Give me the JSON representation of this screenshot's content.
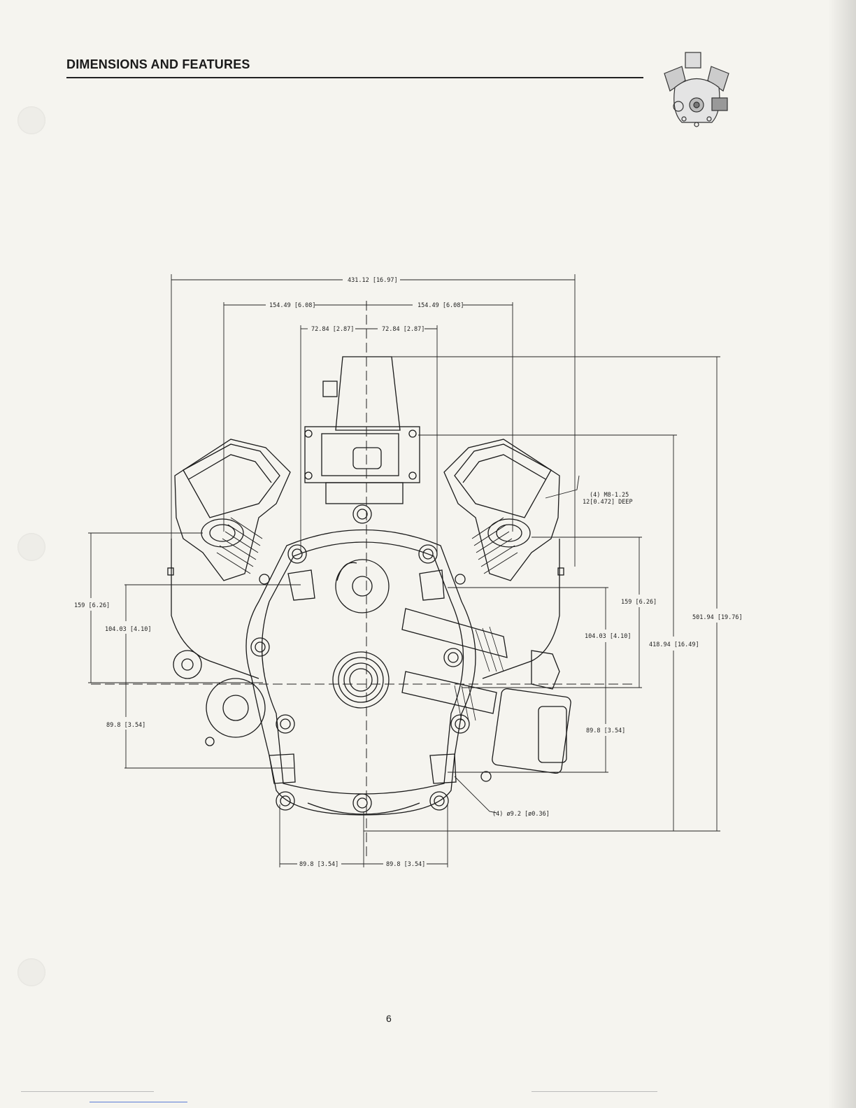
{
  "header": {
    "title": "DIMENSIONS AND FEATURES"
  },
  "dimensions": {
    "overall_width": "431.12 [16.97]",
    "left_half_width": "154.49 [6.08]",
    "right_half_width": "154.49 [6.08]",
    "left_carb": "72.84 [2.87]",
    "right_carb": "72.84 [2.87]",
    "left_height_upper": "159 [6.26]",
    "left_height_mid": "104.03 [4.10]",
    "left_height_lower": "89.8 [3.54]",
    "right_height_upper": "159 [6.26]",
    "right_height_mid": "104.03 [4.10]",
    "right_height_lower": "89.8 [3.54]",
    "overall_height": "501.94 [19.76]",
    "mount_height": "418.94 [16.49]",
    "bottom_left": "89.8 [3.54]",
    "bottom_right": "89.8 [3.54]",
    "thread_note_line1": "(4) M8-1.25",
    "thread_note_line2": "12[0.472] DEEP",
    "hole_note": "(4) ø9.2 [ø0.36]"
  },
  "footer": {
    "page_number": "6"
  }
}
